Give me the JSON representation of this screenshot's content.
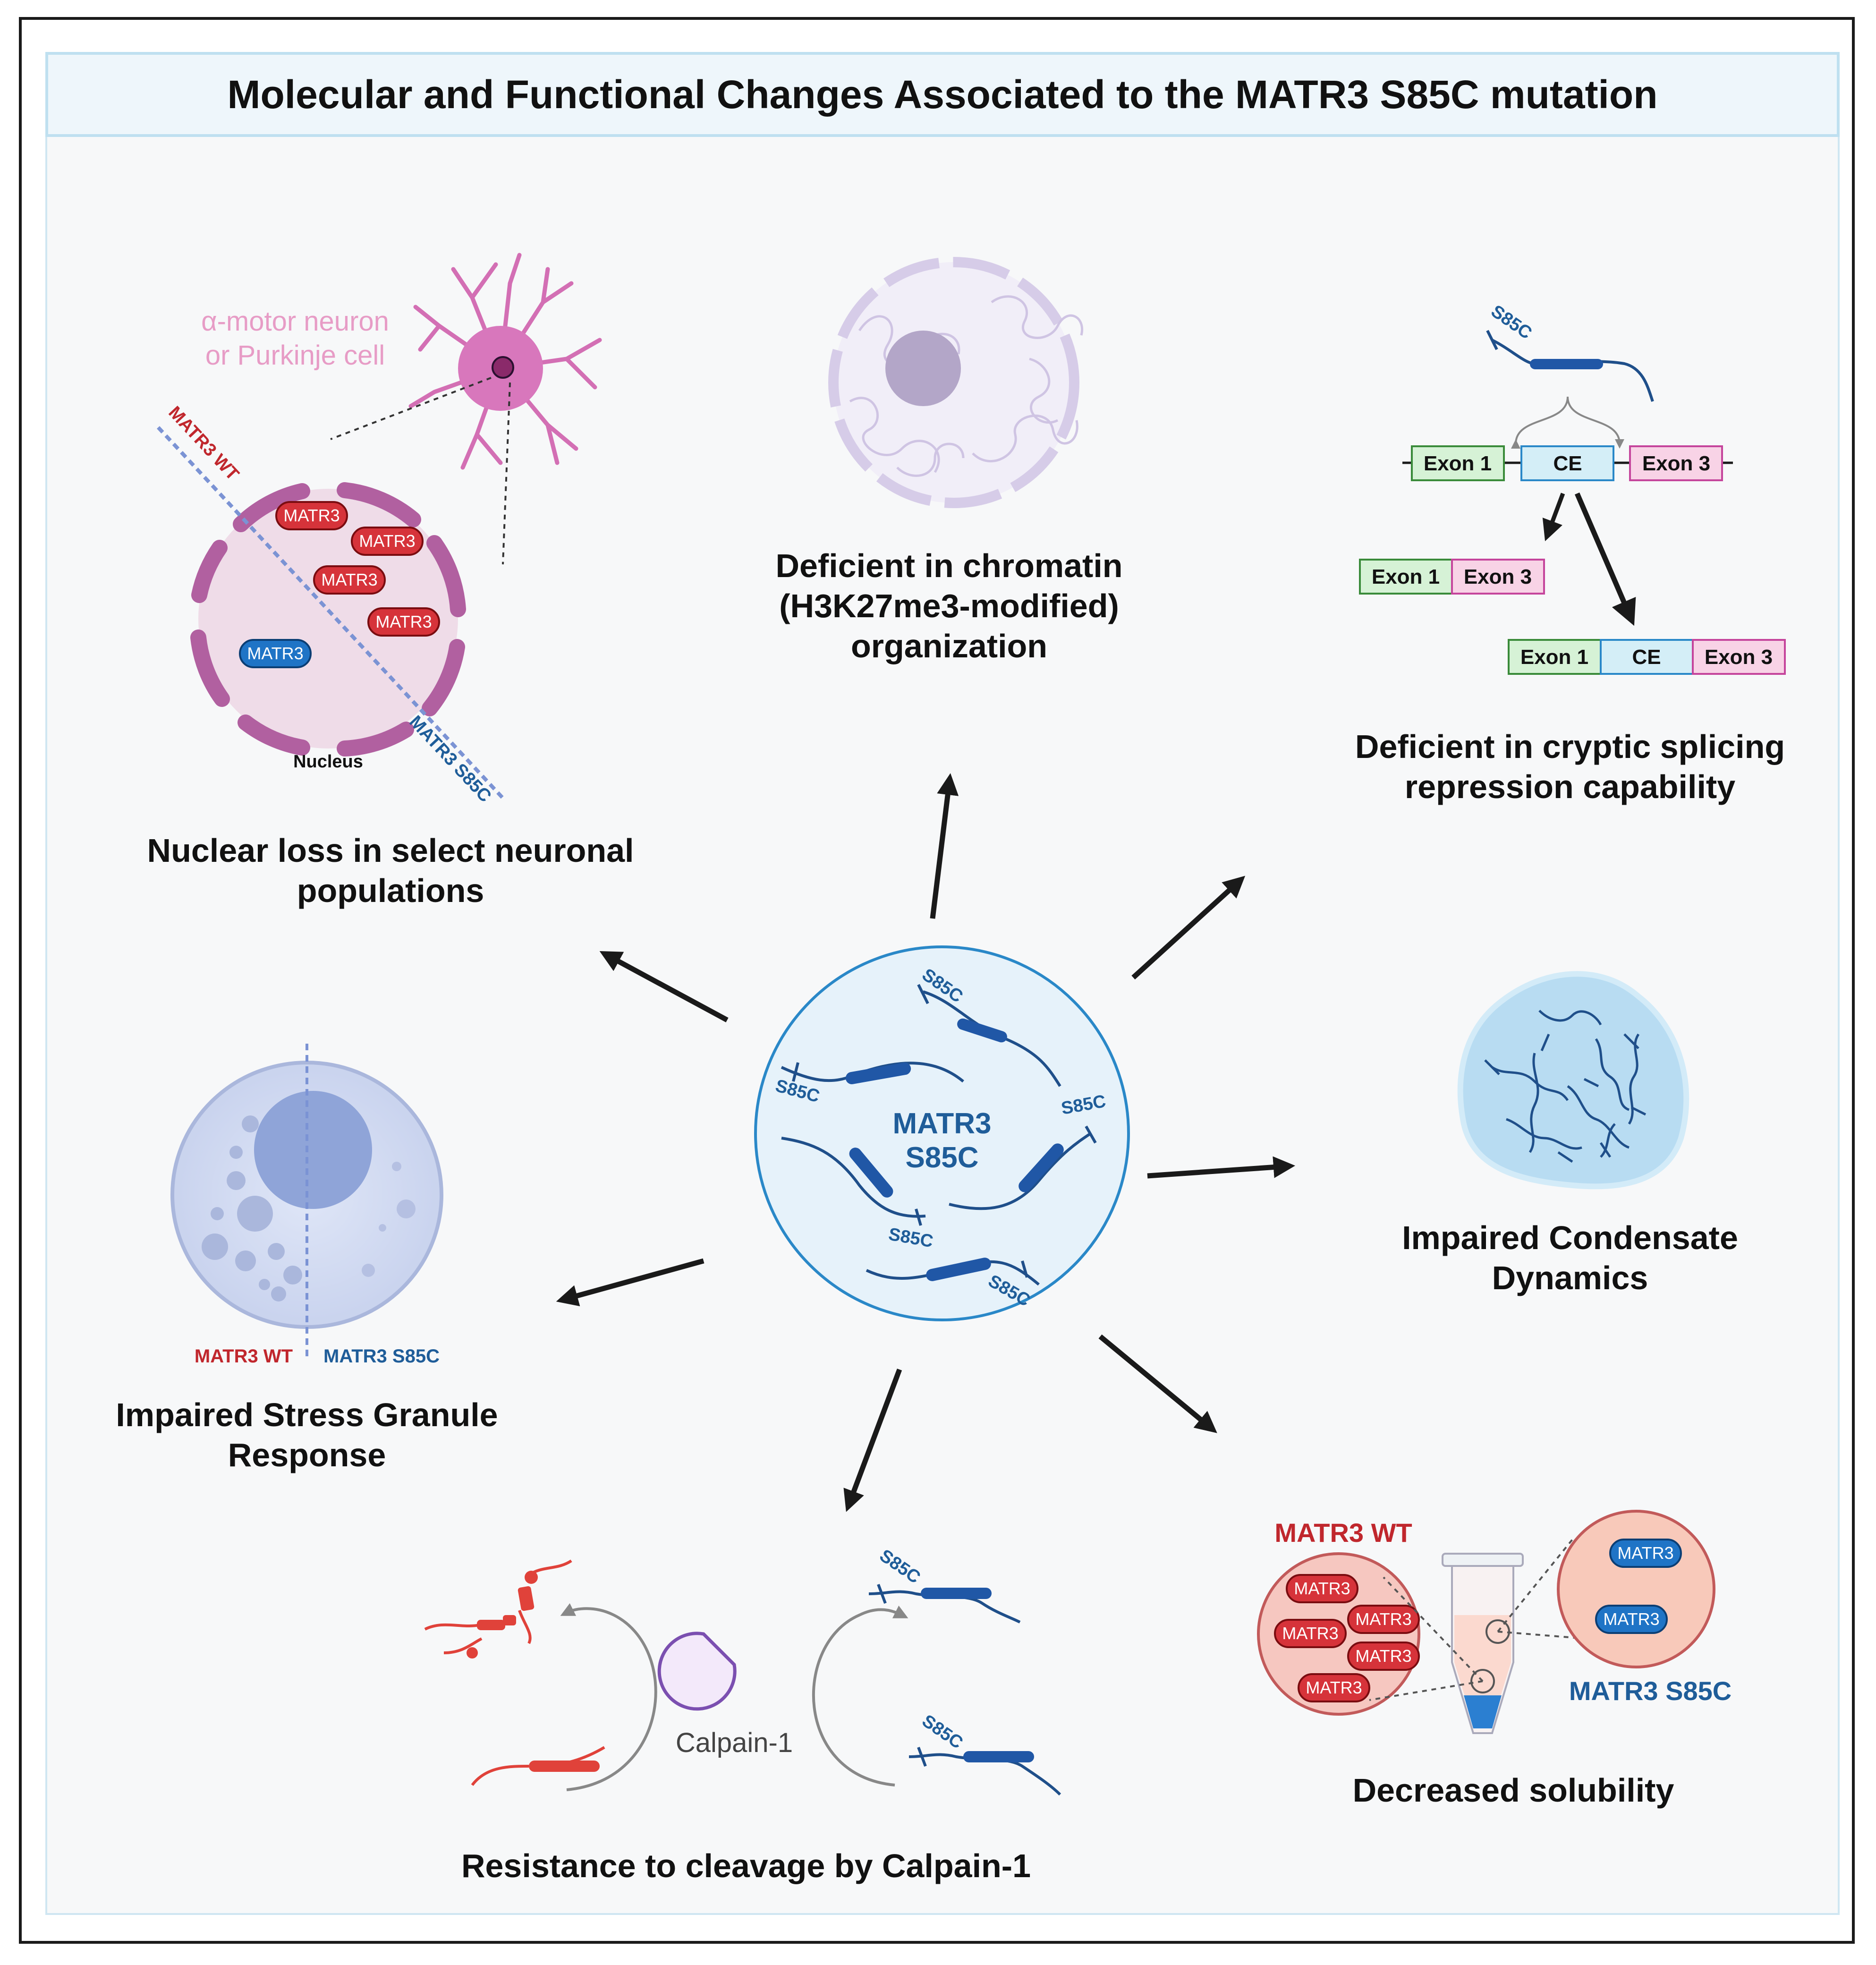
{
  "title": "Molecular and Functional Changes Associated to the MATR3 S85C mutation",
  "center": {
    "line1": "MATR3",
    "line2": "S85C",
    "mutation_tag": "S85C"
  },
  "nuclear_loss": {
    "cell_label_1": "α-motor neuron",
    "cell_label_2": "or Purkinje cell",
    "wt_label": "MATR3 WT",
    "mut_label": "MATR3 S85C",
    "protein": "MATR3",
    "nucleus_label": "Nucleus",
    "caption_1": "Nuclear loss in select neuronal",
    "caption_2": "populations"
  },
  "chromatin": {
    "caption_1": "Deficient in chromatin",
    "caption_2": "(H3K27me3-modified)",
    "caption_3": "organization"
  },
  "splicing": {
    "mutation_tag": "S85C",
    "exon1": "Exon 1",
    "ce": "CE",
    "exon3": "Exon 3",
    "caption_1": "Deficient in cryptic splicing",
    "caption_2": "repression capability"
  },
  "condensate": {
    "caption_1": "Impaired Condensate",
    "caption_2": "Dynamics"
  },
  "solubility": {
    "wt_label": "MATR3 WT",
    "mut_label": "MATR3 S85C",
    "protein": "MATR3",
    "caption": "Decreased solubility"
  },
  "calpain": {
    "enzyme": "Calpain-1",
    "mutation_tag": "S85C",
    "caption": "Resistance to cleavage by Calpain-1"
  },
  "stress_granule": {
    "wt_label": "MATR3 WT",
    "mut_label": "MATR3 S85C",
    "caption_1": "Impaired Stress Granule",
    "caption_2": "Response"
  },
  "colors": {
    "wt_red": "#c0272d",
    "mut_blue": "#1f5d99",
    "pink": "#d77fb4",
    "exon1_green": "#d6f2d6",
    "ce_cyan": "#d4eef7",
    "exon3_pink": "#f8d3e6"
  }
}
